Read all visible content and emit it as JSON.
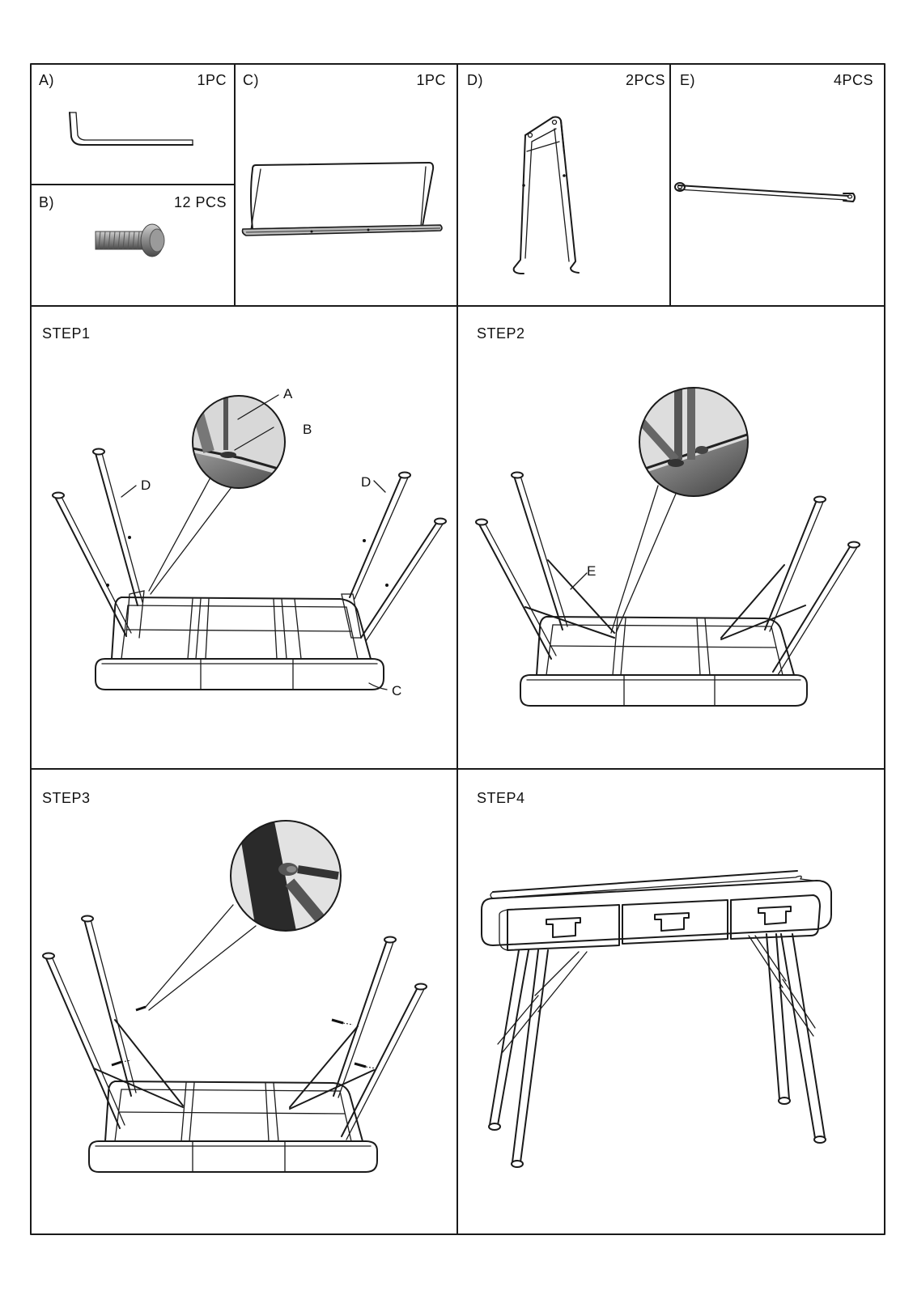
{
  "parts": [
    {
      "id": "A",
      "label": "A)",
      "qty": "1PC",
      "name": "allen-key"
    },
    {
      "id": "B",
      "label": "B)",
      "qty": "12 PCS",
      "name": "bolt"
    },
    {
      "id": "C",
      "label": "C)",
      "qty": "1PC",
      "name": "table-top"
    },
    {
      "id": "D",
      "label": "D)",
      "qty": "2PCS",
      "name": "leg-frame"
    },
    {
      "id": "E",
      "label": "E)",
      "qty": "4PCS",
      "name": "brace-bar"
    }
  ],
  "steps": [
    {
      "label": "STEP1",
      "callouts": [
        "A",
        "B",
        "D",
        "D",
        "C"
      ]
    },
    {
      "label": "STEP2",
      "callouts": [
        "E"
      ]
    },
    {
      "label": "STEP3"
    },
    {
      "label": "STEP4"
    }
  ],
  "colors": {
    "line": "#1a1a1a",
    "background": "#ffffff",
    "metal": "#7a7a7a"
  }
}
